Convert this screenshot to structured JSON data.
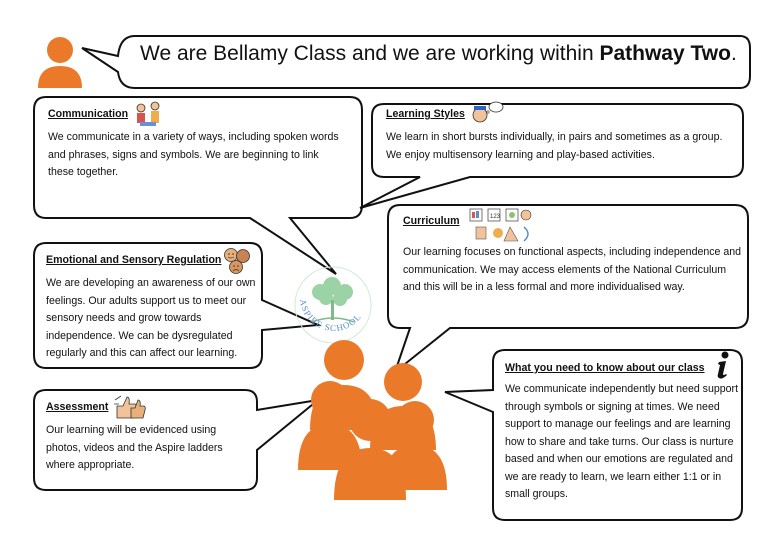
{
  "header": {
    "title_prefix": "We are Bellamy Class and we are working within ",
    "title_emphasis": "Pathway Two",
    "title_suffix": "."
  },
  "communication": {
    "heading": "Communication",
    "text": "We communicate in a variety of ways, including spoken words and phrases, signs and symbols.  We are beginning to link these together."
  },
  "learning_styles": {
    "heading": "Learning Styles",
    "text": "We learn in short bursts individually, in pairs and sometimes as a group.  We enjoy multisensory learning and play-based activities."
  },
  "curriculum": {
    "heading": "Curriculum",
    "text": "Our learning focuses on functional aspects, including independence and communication.  We may access elements of the National Curriculum and this will be in a less formal and more individualised way."
  },
  "emotional": {
    "heading": "Emotional and Sensory Regulation",
    "text": "We are developing an awareness of our own feelings.  Our adults support us to meet our sensory needs and grow towards independence. We can be dysregulated regularly and this can affect our learning."
  },
  "assessment": {
    "heading": "Assessment",
    "text": "Our learning will be evidenced using photos, videos and the Aspire ladders where appropriate."
  },
  "need_to_know": {
    "heading": "What you need to know about our class",
    "text": "We communicate independently but need support through symbols or signing at times. We need support to manage our feelings and are learning how to share and take turns.  Our class is nurture based and when our emotions are regulated and we are ready to learn, we learn either 1:1 or in small groups.",
    "icon": "info-icon"
  },
  "logo": {
    "text": "ASPIRE SCHOOL",
    "tree_color": "#9bd3a6",
    "text_color": "#5b8fc9"
  },
  "colors": {
    "people": "#ea7a2a",
    "bubble_stroke": "#111111"
  }
}
